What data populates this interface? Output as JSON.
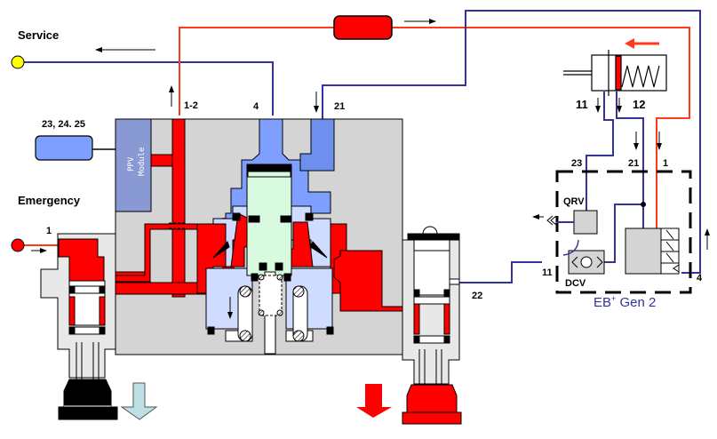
{
  "diagram": {
    "title": "Trailer EB+ Gen 2 pneumatic circuit",
    "labels": {
      "service": "Service",
      "emergency": "Emergency",
      "port_1_emergency": "1",
      "port_1_2": "1-2",
      "port_4_top": "4",
      "port_21_top": "21",
      "port_23_24_25": "23, 24. 25",
      "ppv_module_line1": "PPV",
      "ppv_module_line2": "Module",
      "port_22": "22",
      "port_11_actuator": "11",
      "port_12_actuator": "12",
      "port_23_eb": "23",
      "port_21_eb": "21",
      "port_1_eb": "1",
      "qrv": "QRV",
      "dcv": "DCV",
      "port_11_eb": "11",
      "port_4_eb": "4",
      "eb_module": "EB",
      "eb_module_sup": "+",
      "eb_module_suffix": " Gen 2"
    },
    "colors": {
      "supply_red": "#ff0000",
      "supply_line": "#ff3a1a",
      "control_blue": "#33339a",
      "control_fill": "#7f9fff",
      "control_fill_light": "#d0dcff",
      "ppv_fill": "#8899d4",
      "stem_green": "#d8fbe0",
      "body_grey": "#d4d4d4",
      "service_coupling": "#ffff00",
      "release_arrow": "#bde0e4"
    }
  }
}
